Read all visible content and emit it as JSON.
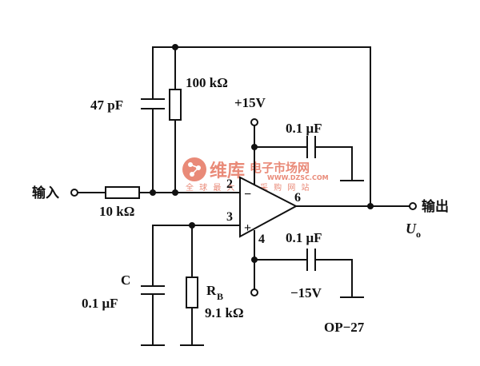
{
  "labels": {
    "input": "输入",
    "output": "输出",
    "output_voltage": "U",
    "output_voltage_sub": "o",
    "c_feedback": "47 pF",
    "r_feedback": "100 kΩ",
    "r_input": "10 kΩ",
    "vpos": "+15V",
    "vneg": "−15V",
    "cap_vpos": "0.1 μF",
    "cap_vneg": "0.1 μF",
    "c_bias_name": "C",
    "c_bias_value": "0.1 μF",
    "rb_name": "R",
    "rb_sub": "B",
    "rb_value": "9.1 kΩ",
    "part": "OP−27"
  },
  "pins": {
    "inv": "2",
    "noninv": "3",
    "out": "6",
    "vneg": "4",
    "inv_sign": "−",
    "noninv_sign": "+"
  },
  "watermark": {
    "brand": "维库",
    "site_cn": "电子市场网",
    "url": "WWW.DZSC.COM",
    "tagline": "全 球 最 大 I C 采 购 网 站"
  },
  "colors": {
    "ink": "#111111",
    "watermark": "#e98a78"
  }
}
